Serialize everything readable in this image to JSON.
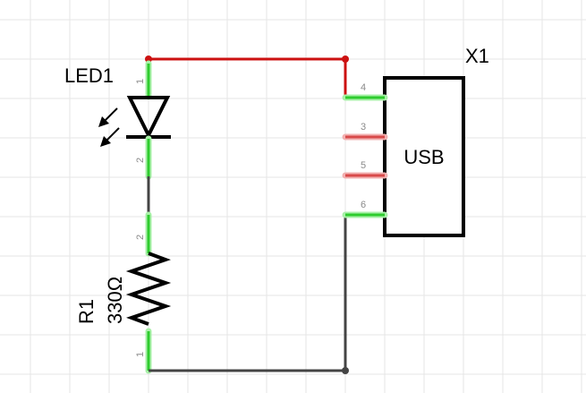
{
  "components": {
    "led": {
      "label": "LED1",
      "pin1": "1",
      "pin2": "2"
    },
    "resistor": {
      "designator": "R1",
      "value": "330Ω",
      "pin1": "1",
      "pin2": "2"
    },
    "usb": {
      "designator": "X1",
      "body_label": "USB",
      "pins": [
        "4",
        "3",
        "5",
        "6"
      ]
    }
  },
  "colors": {
    "background": "#ffffff",
    "grid": "#e6e6e6",
    "wire_vcc": "#cc1111",
    "wire_gnd": "#444444",
    "pin_connected": "#2ecc2e",
    "pin_connected_glow": "#a8f0a8",
    "pin_unconnected": "#d84a4a",
    "pin_unconnected_glow": "#f2b0b0",
    "component": "#000000"
  }
}
